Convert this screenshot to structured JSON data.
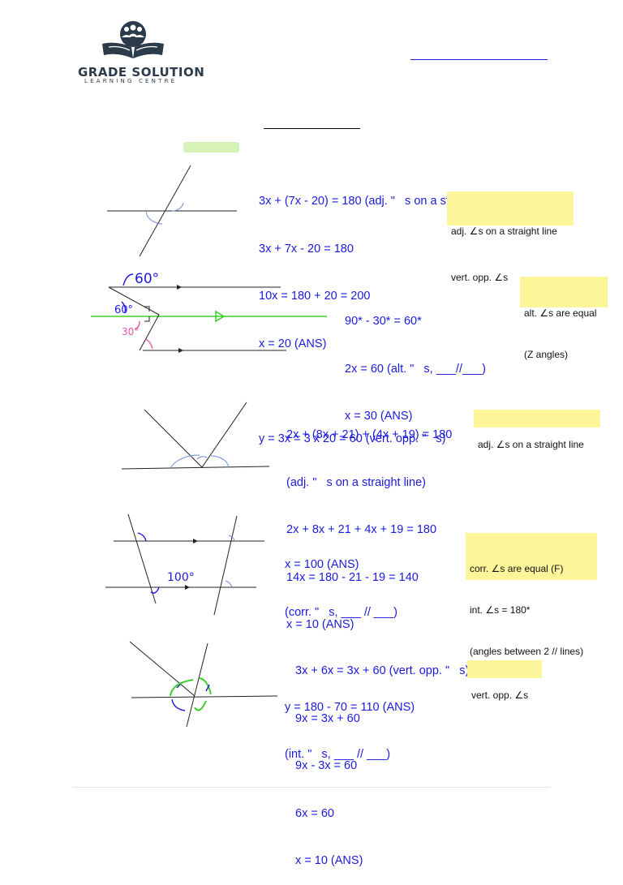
{
  "logo": {
    "icon": "reader-book-icon",
    "line1": "GRADE SOLUTION",
    "line2": "LEARNING CENTRE",
    "color": "#2c3b4a"
  },
  "colors": {
    "solution_text": "#1a1adf",
    "note_bg": "#fdf59a",
    "green_tag": "#d7f2b6",
    "annotation_pink": "#e05aa8",
    "annotation_green": "#3ccf2c"
  },
  "problems": [
    {
      "solution": [
        "3x + (7x - 20) = 180 (adj. \"   s on a straight line)",
        "3x + 7x - 20 = 180",
        "10x = 180 + 20 = 200",
        "x = 20 (ANS)",
        "",
        "y = 3x = 3 x 20 = 60 (vert. opp. \"   s)"
      ],
      "note": [
        "adj. ∠s on a straight line",
        "vert. opp. ∠s"
      ]
    },
    {
      "solution": [
        "90* - 30* = 60*",
        "2x = 60 (alt. \"   s, ___//___)",
        "x = 30 (ANS)"
      ],
      "note": [
        "alt. ∠s are equal",
        "(Z angles)"
      ],
      "diagram_labels": [
        "60°",
        "60°",
        "30°"
      ]
    },
    {
      "solution": [
        "2x + (8x + 21) + (4x + 19) = 180",
        "(adj. \"   s on a straight line)",
        "2x + 8x + 21 + 4x + 19 = 180",
        "14x = 180 - 21 - 19 = 140",
        "x = 10 (ANS)"
      ],
      "note": [
        "adj. ∠s on a straight line"
      ]
    },
    {
      "solution": [
        "x = 100 (ANS)",
        "(corr. \"   s, ___ // ___)",
        "",
        "y = 180 - 70 = 110 (ANS)",
        "(int. \"   s, ___ // ___)"
      ],
      "note": [
        "corr. ∠s are equal (F)",
        "int. ∠s = 180*",
        "(angles between 2 // lines)"
      ],
      "diagram_labels": [
        "100°"
      ]
    },
    {
      "solution": [
        "3x + 6x = 3x + 60 (vert. opp. \"   s)",
        "9x = 3x + 60",
        "9x - 3x = 60",
        "6x = 60",
        "x = 10 (ANS)"
      ],
      "note": [
        "vert. opp. ∠s"
      ]
    }
  ]
}
